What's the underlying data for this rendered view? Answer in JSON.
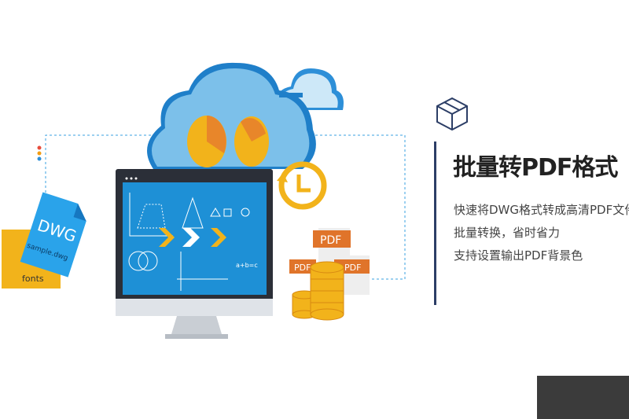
{
  "feature": {
    "title": "批量转PDF格式",
    "lines": [
      "快速将DWG格式转成高清PDF文件",
      "批量转换，省时省力",
      "支持设置输出PDF背景色"
    ]
  },
  "illustration": {
    "file_type": "DWG",
    "file_name": "sample.dwg",
    "folder_label": "fonts",
    "pdf_label": "PDF",
    "formulas": [
      "a+b=c"
    ],
    "icons": [
      "cloud-icon",
      "monitor-icon",
      "clock-icon",
      "coins-icon",
      "pdf-document-icon",
      "box-icon"
    ]
  },
  "colors": {
    "accent_blue": "#1e90d6",
    "orange": "#e8862a",
    "navy": "#2c3e66",
    "gold": "#f2b31b"
  }
}
